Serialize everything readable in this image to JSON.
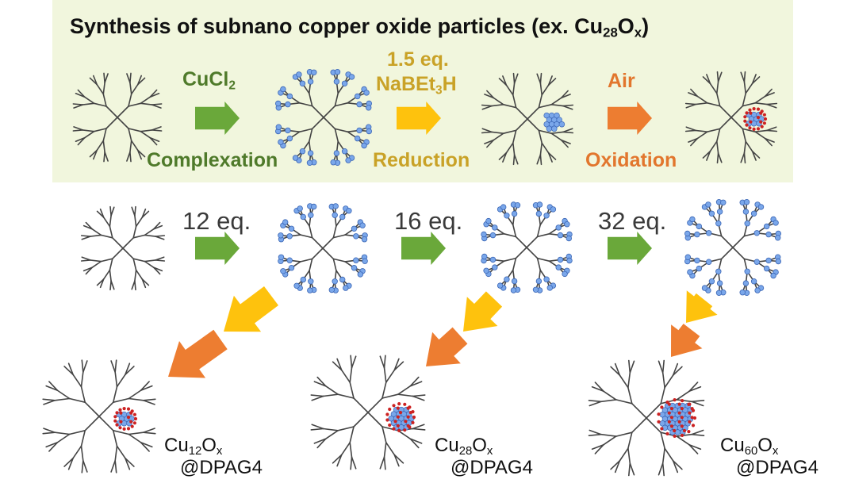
{
  "title": "Synthesis of subnano copper oxide particles (ex. Cu28Ox)",
  "colors": {
    "green": "#6aa83a",
    "yellow": "#fec20d",
    "orange": "#ed7d31",
    "label_green": "#4f7a2a",
    "label_gold": "#c9a227",
    "label_orange": "#e2762d",
    "node_blue": "#7aa7ea",
    "node_red": "#cc2222",
    "panel": "#f1f6dd"
  },
  "top_row": {
    "step1": {
      "reagent": "CuCl2",
      "process": "Complexation"
    },
    "step2": {
      "reagent_line1": "1.5 eq.",
      "reagent_line2": "NaBEt3H",
      "process": "Reduction"
    },
    "step3": {
      "reagent": "Air",
      "process": "Oxidation"
    }
  },
  "middle_row": {
    "equivalents": [
      "12 eq.",
      "16 eq.",
      "32 eq."
    ]
  },
  "products": [
    {
      "formula": "Cu12Ox",
      "support": "@DPAG4"
    },
    {
      "formula": "Cu28Ox",
      "support": "@DPAG4"
    },
    {
      "formula": "Cu60Ox",
      "support": "@DPAG4"
    }
  ],
  "icons": {
    "dendrimer": "dendrimer-tree-icon",
    "arrow_right": "right-arrow-icon",
    "arrow_diagonal": "down-left-arrow-icon",
    "cluster": "copper-cluster-icon"
  }
}
